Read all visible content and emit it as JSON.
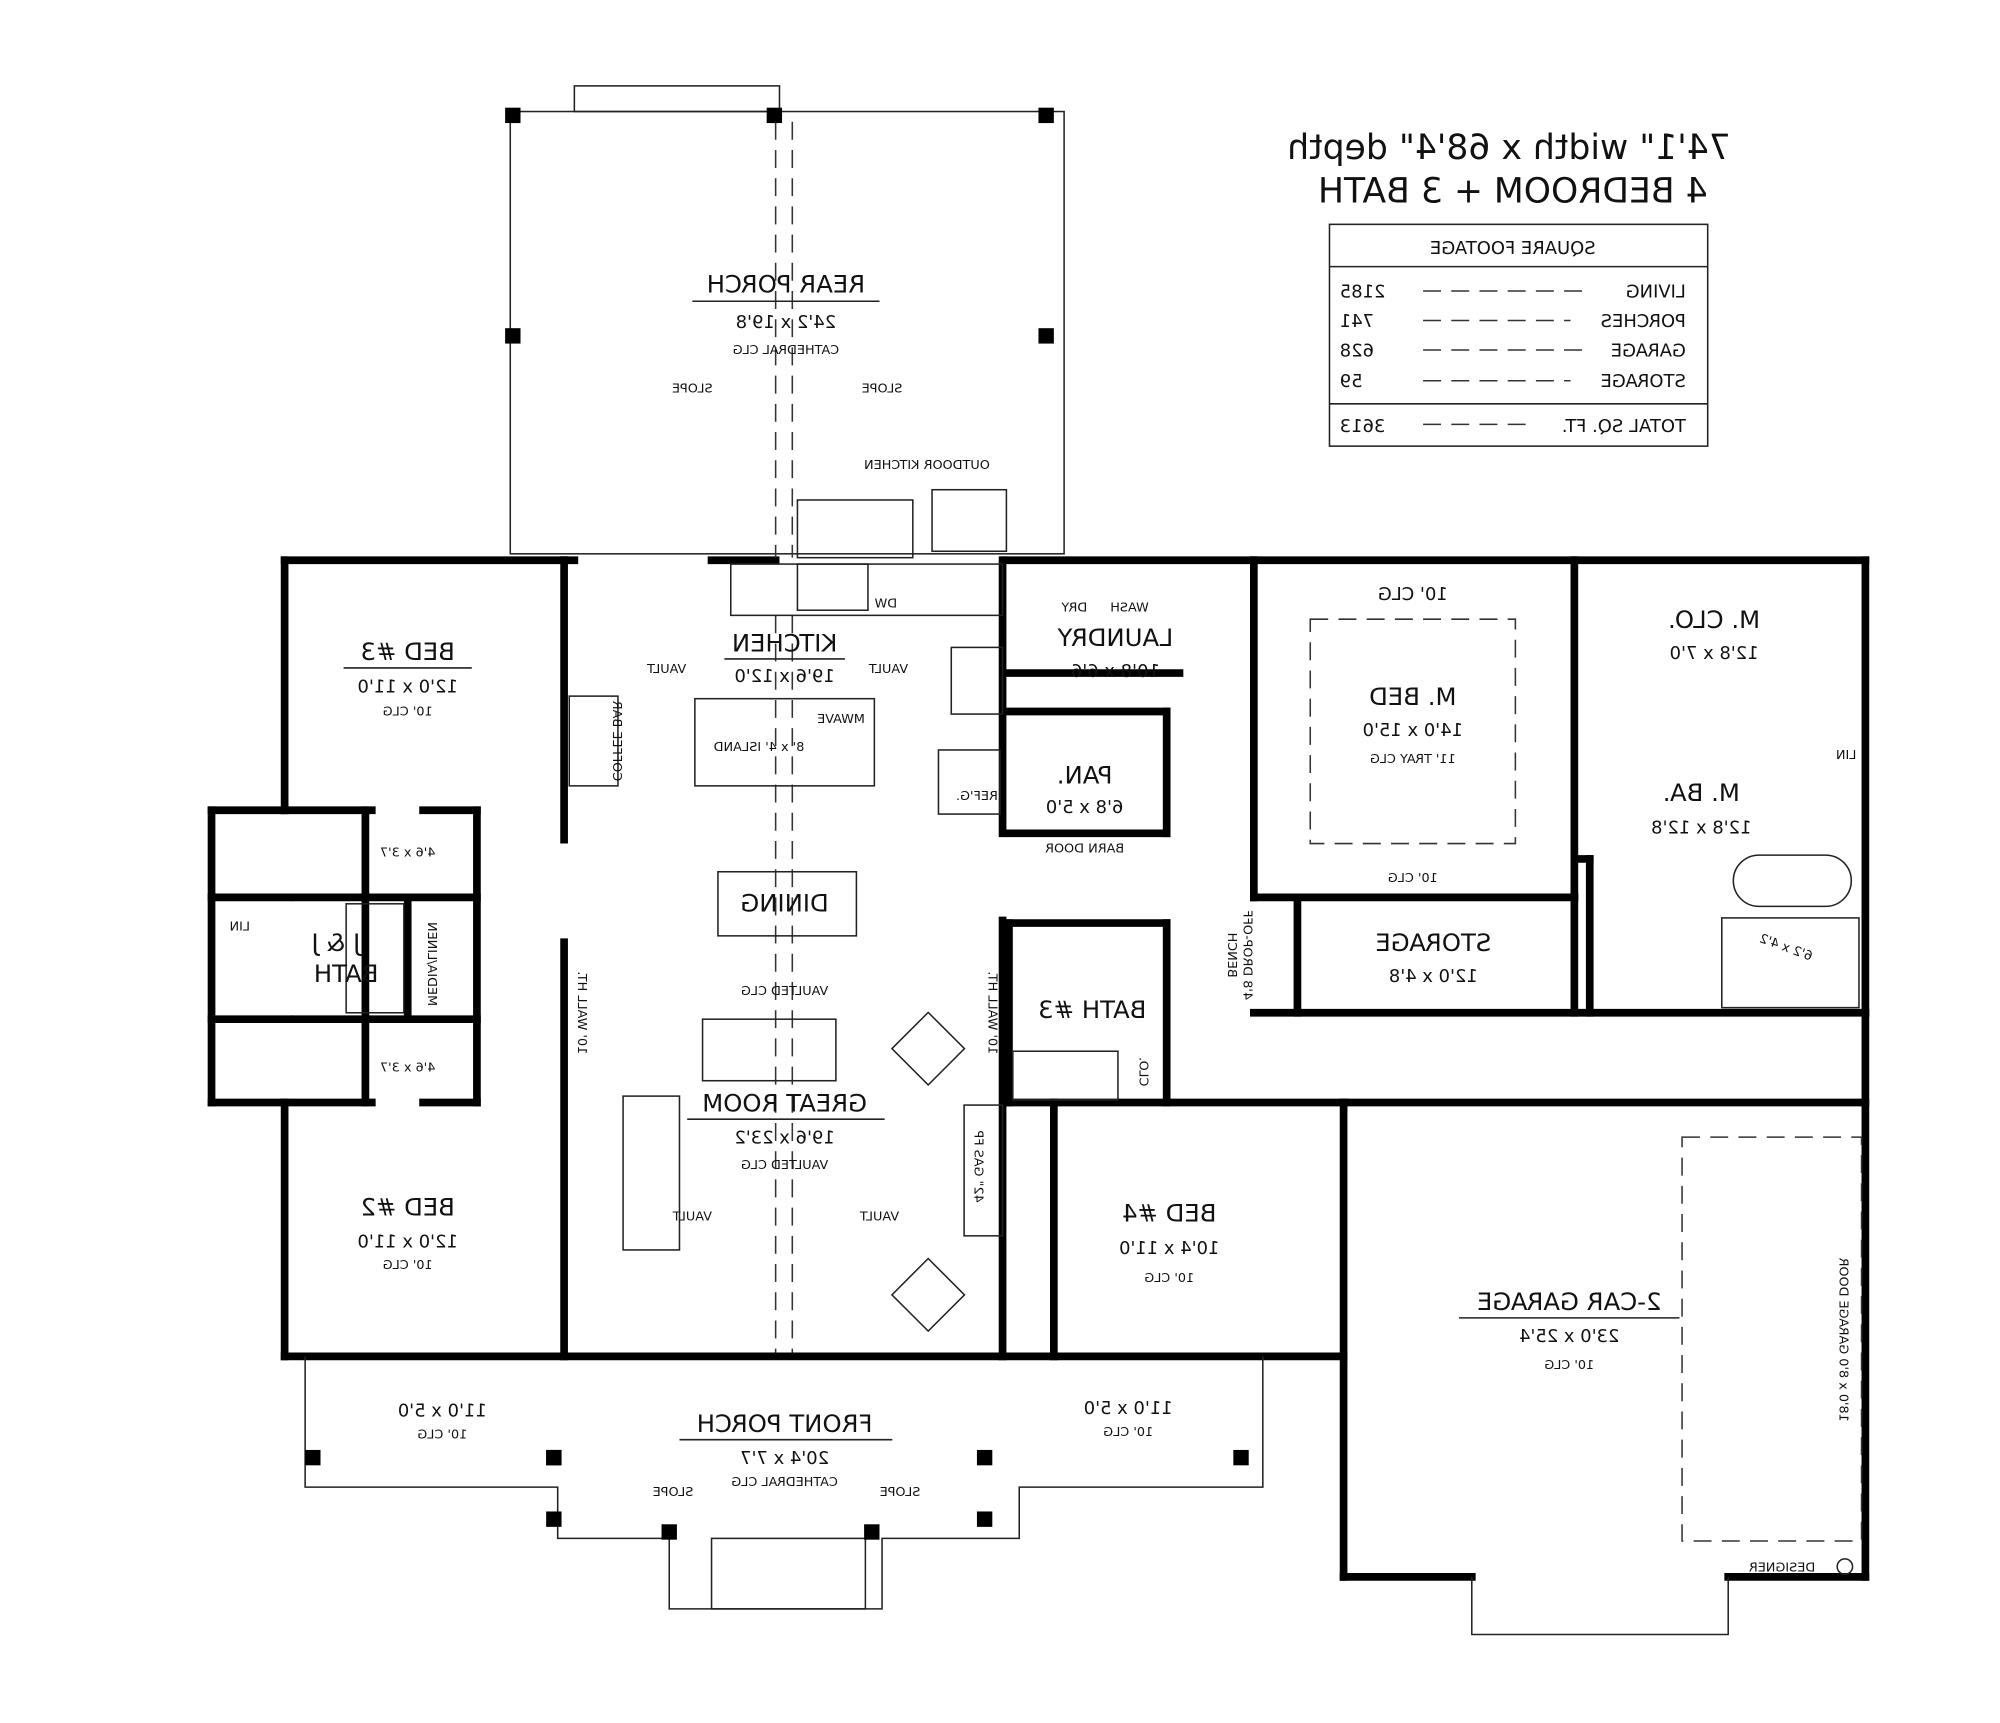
{
  "header": {
    "dimensions": "74'1\" width x 68'4\" depth",
    "rooms_summary": "4 BEDROOM + 3 BATH"
  },
  "square_footage": {
    "title": "SQUARE FOOTAGE",
    "rows": [
      {
        "label": "LIVING",
        "value": "2185"
      },
      {
        "label": "PORCHES",
        "value": "741"
      },
      {
        "label": "GARAGE",
        "value": "628"
      },
      {
        "label": "STORAGE",
        "value": "59"
      }
    ],
    "total": {
      "label": "TOTAL SQ. FT.",
      "value": "3613"
    }
  },
  "plan": {
    "mirrored": true,
    "rear_porch": {
      "name": "REAR PORCH",
      "size": "24'2 x 19'8",
      "ceiling": "CATHEDRAL CLG",
      "slope": "SLOPE",
      "outdoor_kitchen": "OUTDOOR KITCHEN"
    },
    "kitchen": {
      "name": "KITCHEN",
      "size": "19'6 x 12'0",
      "vault": "VAULT",
      "dw": "DW",
      "mwave": "MWAVE",
      "island": "8' x 4' ISLAND",
      "coffee_bar": "COFFEE BAR",
      "refg": "REF'G."
    },
    "laundry": {
      "name": "LAUNDRY",
      "size": "10'8 x 6'6",
      "dry": "DRY",
      "wash": "WASH"
    },
    "pantry": {
      "name": "PAN.",
      "size": "6'8 x 5'0",
      "barn_door": "BARN DOOR"
    },
    "master_bed": {
      "name": "M. BED",
      "size": "14'0 x 15'0",
      "ceiling": "11' TRAY CLG",
      "ceiling_top": "10' CLG",
      "ceiling_bottom": "10' CLG"
    },
    "master_closet": {
      "name": "M. CLO.",
      "size": "12'8 x 7'0"
    },
    "master_bath": {
      "name": "M. BA.",
      "size": "12'8 x 12'8",
      "lin": "LIN",
      "shower": "6'2 x 4'2"
    },
    "storage": {
      "name": "STORAGE",
      "size": "12'0 x 4'8",
      "bench": "BENCH",
      "drop_off": "4'8 DROP-OFF"
    },
    "bed3": {
      "name": "BED #3",
      "size": "12'0 x 11'0",
      "ceiling": "10' CLG",
      "closet": "4'6 x 3'7"
    },
    "jj_bath": {
      "line1": "J & J",
      "line2": "BATH",
      "media_linen": "MEDIA/LINEN",
      "lin": "LIN"
    },
    "bed2": {
      "name": "BED #2",
      "size": "12'0 x 11'0",
      "ceiling": "10' CLG",
      "closet": "4'6 x 3'7"
    },
    "dining": {
      "name": "DINING",
      "ceiling": "VAULTED CLG",
      "wall_ht": "10' WALL HT."
    },
    "bath3": {
      "name": "BATH #3",
      "clo": "CLO."
    },
    "great_room": {
      "name": "GREAT ROOM",
      "size": "19'6 x 23'2",
      "ceiling": "VAULTED CLG",
      "vault": "VAULT",
      "fireplace": "42\" GAS FP"
    },
    "bed4": {
      "name": "BED #4",
      "size": "10'4 x 11'0",
      "ceiling": "10' CLG"
    },
    "garage": {
      "name": "2-CAR GARAGE",
      "size": "23'0 x 25'4",
      "ceiling": "10' CLG",
      "door": "18'0 x 8'0 GARAGE DOOR",
      "designer": "DESIGNER"
    },
    "front_porch": {
      "name": "FRONT PORCH",
      "size": "20'4 x 7'7",
      "ceiling": "CATHEDRAL CLG",
      "slope": "SLOPE",
      "side_size": "11'0 x 5'0",
      "side_ceiling": "10' CLG"
    }
  }
}
